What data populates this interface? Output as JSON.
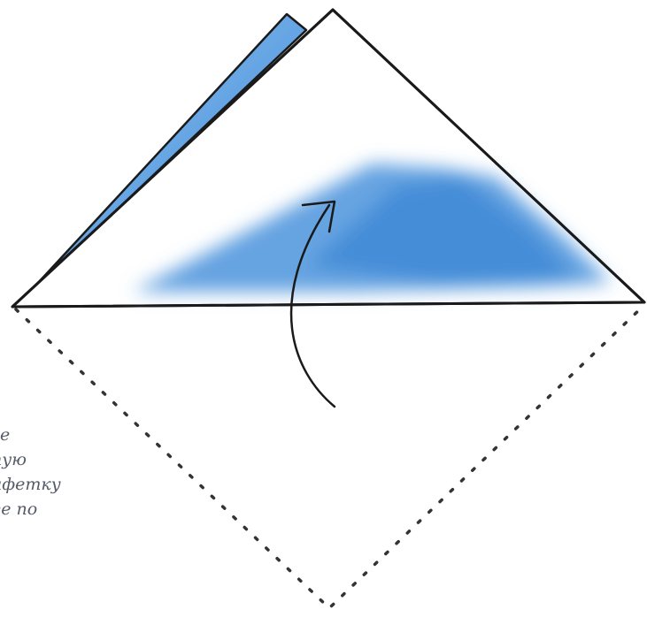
{
  "diagram": {
    "caption_lines": [
      "е",
      "пую",
      "ифетку",
      "ее по"
    ],
    "colors": {
      "outline": "#1a1a1a",
      "fill_blue": "#4a93dc",
      "back_layer_blue": "#6aa8e6",
      "dotted_line": "#333333",
      "caption_text": "#555b66"
    }
  }
}
